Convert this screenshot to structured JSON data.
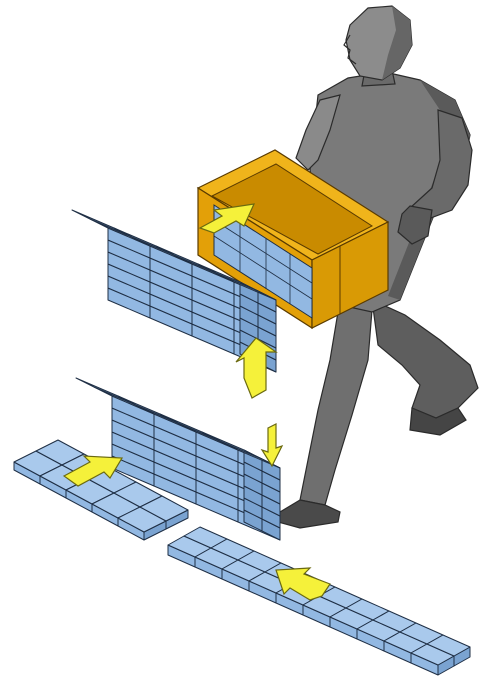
{
  "diagram": {
    "kind": "isometric-illustration",
    "text_labels": [],
    "colors": {
      "package_face": "#92b8e2",
      "package_side": "#7aa3d1",
      "package_top": "#a9c9ec",
      "package_outline": "#1f2f45",
      "carton_front": "#e3a008",
      "carton_side": "#c98b00",
      "carton_top": "#f0b41b",
      "carton_outline": "#5a3b00",
      "arrow_fill": "#f5f13a",
      "arrow_outline": "#6b6a10",
      "figure_light": "#8c8c8c",
      "figure_mid": "#6f6f6f",
      "figure_dark": "#4f4f4f",
      "figure_outline": "#2b2b2b"
    },
    "components": [
      {
        "id": "infeed-conveyor",
        "name": "infeed-conveyor-left",
        "type": "package-row"
      },
      {
        "id": "infeed-arrow",
        "name": "arrow-into-stack",
        "type": "arrow"
      },
      {
        "id": "lower-stack",
        "name": "lower-package-stack",
        "type": "package-block"
      },
      {
        "id": "down-arrow",
        "name": "arrow-down-into-stack",
        "type": "arrow"
      },
      {
        "id": "up-arrow",
        "name": "arrow-up-lift",
        "type": "arrow"
      },
      {
        "id": "upper-stack",
        "name": "upper-package-stack",
        "type": "package-block"
      },
      {
        "id": "carton",
        "name": "orange-carton",
        "type": "case"
      },
      {
        "id": "load-arrow",
        "name": "arrow-into-carton",
        "type": "arrow"
      },
      {
        "id": "outfeed-conveyor",
        "name": "outfeed-conveyor-bottom",
        "type": "package-row"
      },
      {
        "id": "outfeed-arrow",
        "name": "arrow-along-outfeed",
        "type": "arrow"
      },
      {
        "id": "worker",
        "name": "worker-figure",
        "type": "person"
      }
    ]
  }
}
